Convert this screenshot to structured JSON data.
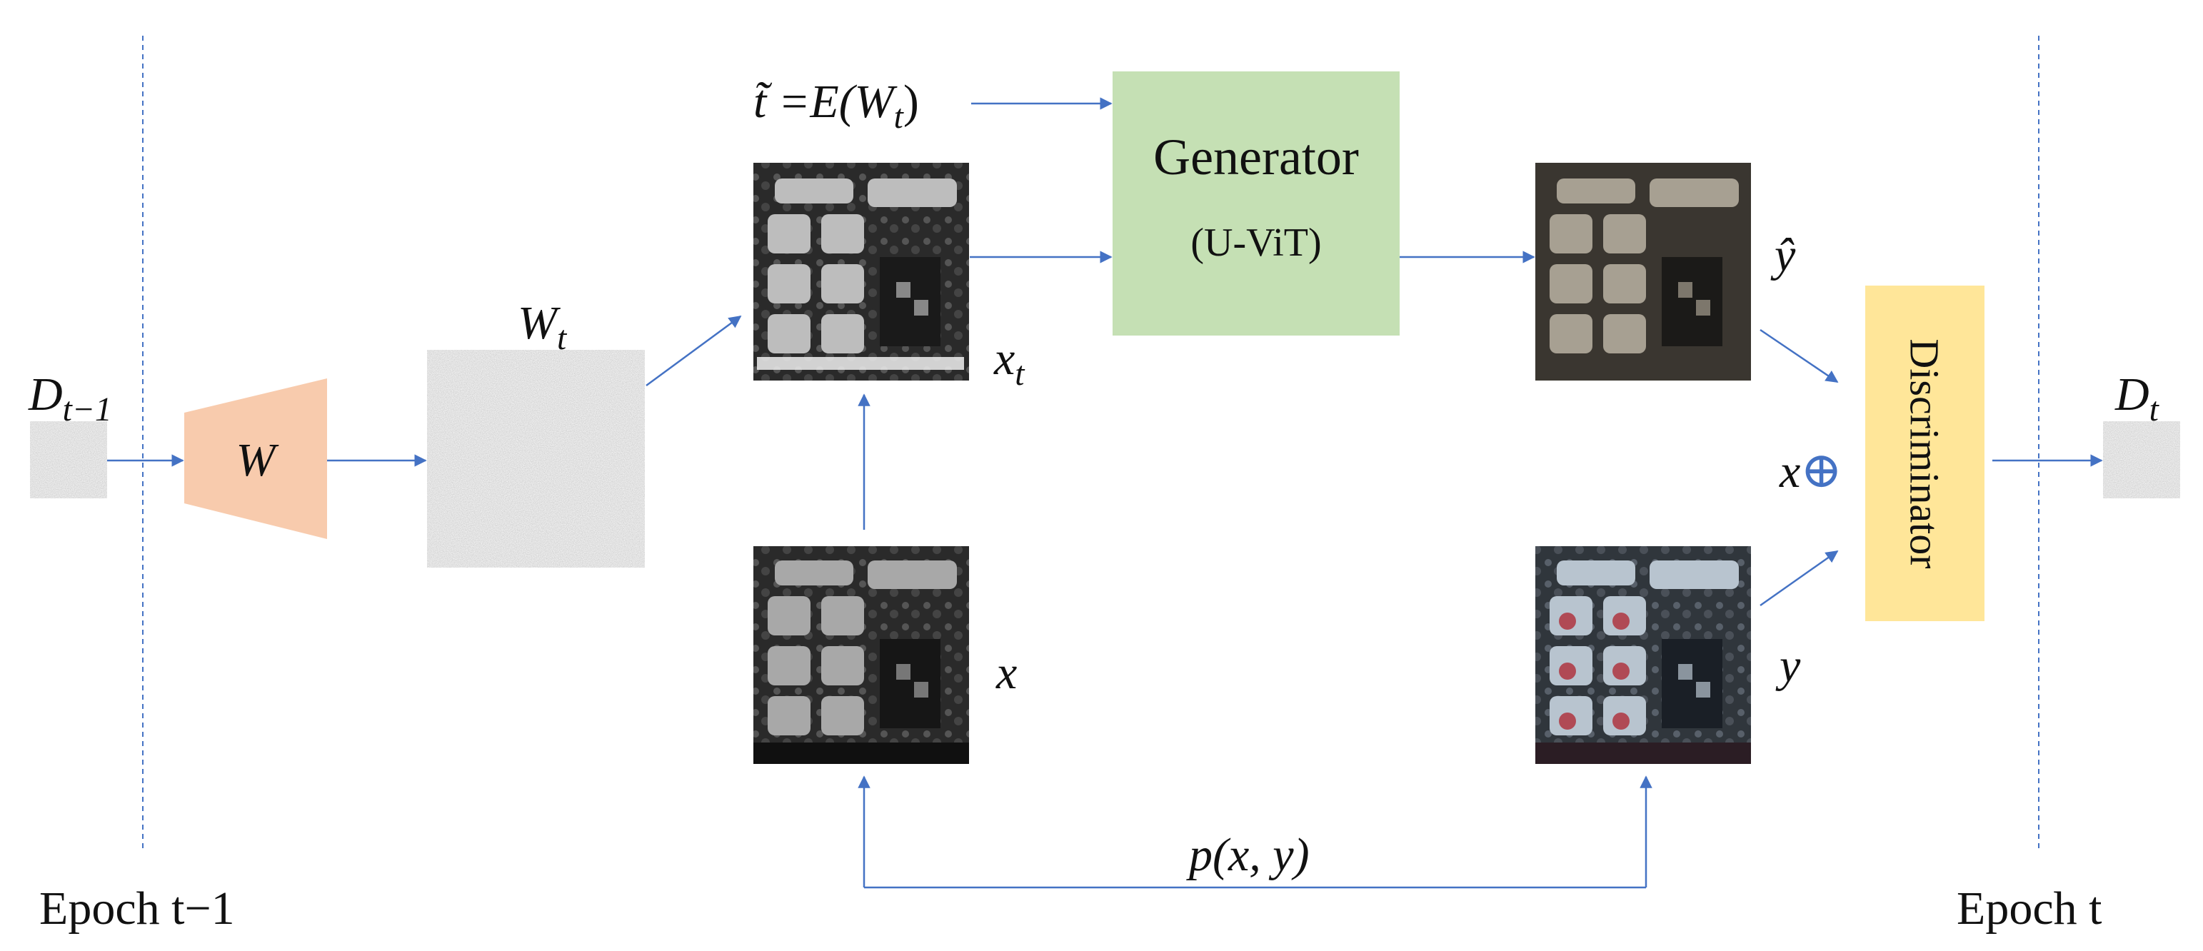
{
  "labels": {
    "d_prev_base": "D",
    "d_prev_sub": "t−1",
    "w_label": "W",
    "wt_base": "W",
    "wt_sub": "t",
    "t_tilde_eq": "t̃ =",
    "t_tilde_rhs_base": "E(W",
    "t_tilde_rhs_sub": "t",
    "t_tilde_rhs_close": ")",
    "xt_base": "x",
    "xt_sub": "t",
    "x_label": "x",
    "generator_title": "Generator",
    "generator_subtitle": "(U-ViT)",
    "y_hat_label": "ŷ",
    "y_label": "y",
    "x_oplus_x": "x",
    "x_oplus_op": "⊕",
    "discriminator_label": "Discriminator",
    "d_t_base": "D",
    "d_t_sub": "t",
    "pair_label": "p(x, y)",
    "epoch_prev": "Epoch t−1",
    "epoch_curr": "Epoch t"
  },
  "colors": {
    "arrow": "#4472C4",
    "generator_fill": "#C5E0B4",
    "discriminator_fill": "#FFE699",
    "w_fill": "#F8CBAD",
    "noise_gray": "#8C8C8C"
  }
}
